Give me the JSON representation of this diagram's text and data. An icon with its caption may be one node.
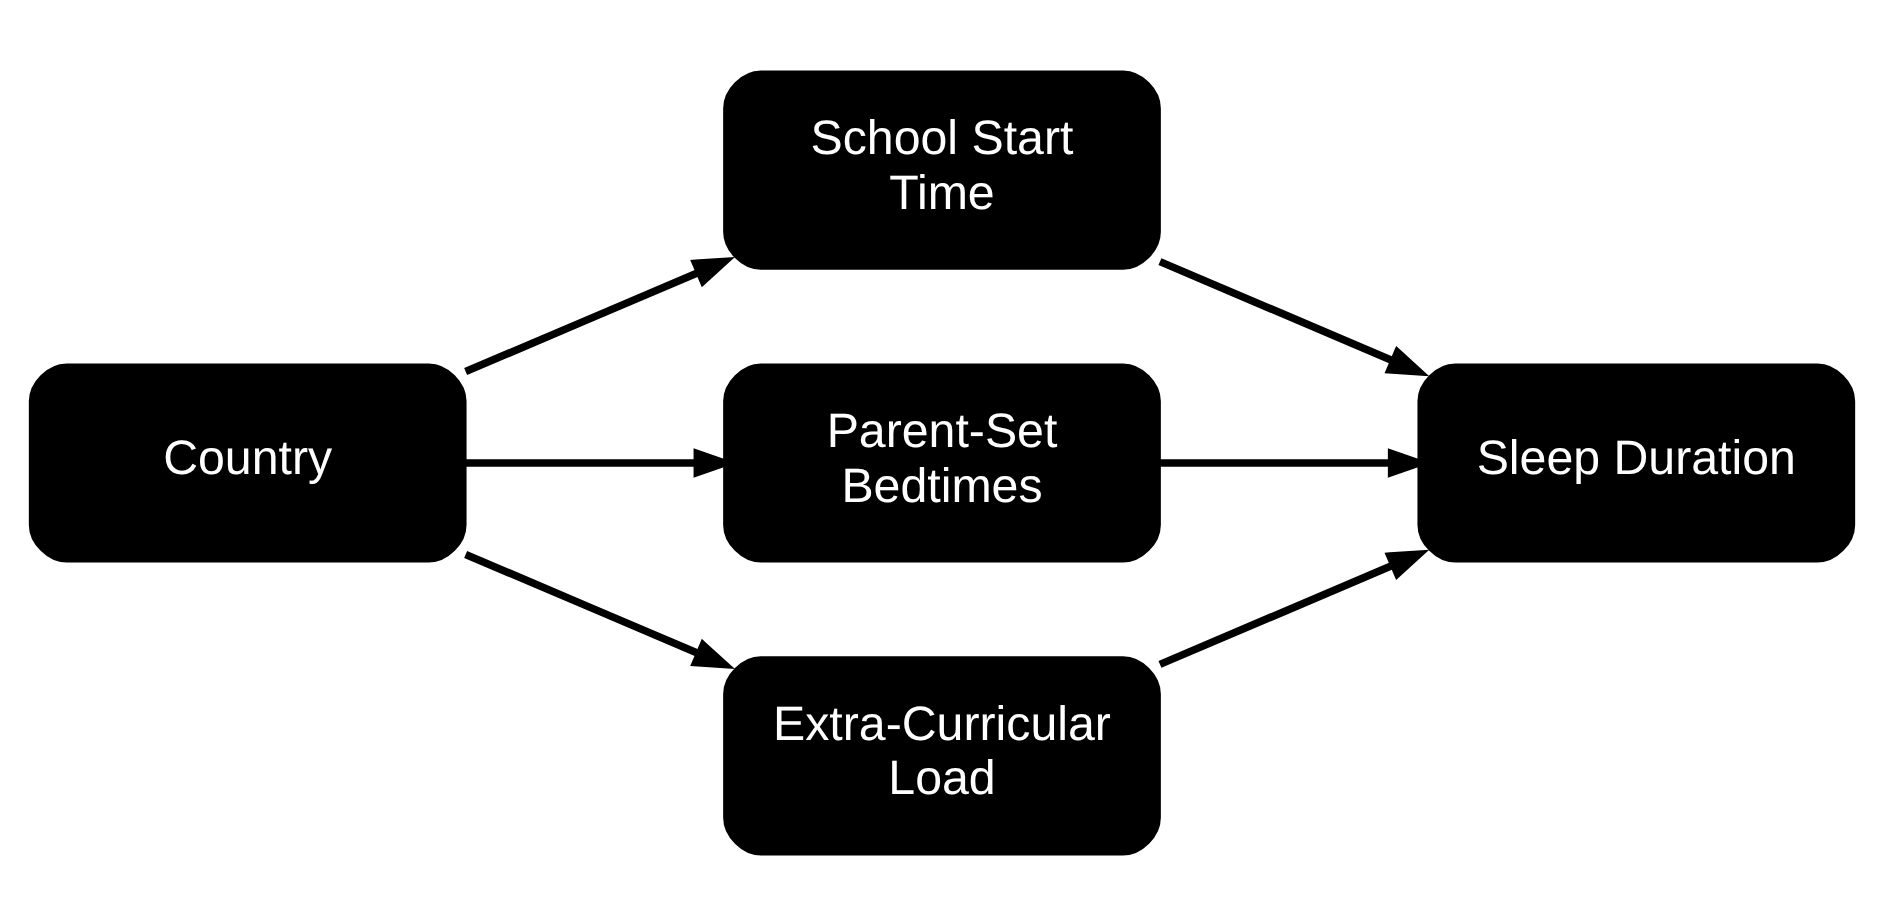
{
  "diagram": {
    "nodes": [
      {
        "text": [
          "Country"
        ]
      },
      {
        "text": [
          "School Start Time"
        ]
      },
      {
        "text": [
          "Parent-Set Bedtimes"
        ]
      },
      {
        "text": [
          "Extra-Curricular Load"
        ]
      },
      {
        "text": [
          "Sleep Duration"
        ]
      }
    ],
    "edges": [
      {
        "from": 0,
        "to": 1,
        "arrow": "to"
      },
      {
        "from": 0,
        "to": 2,
        "arrow": "to"
      },
      {
        "from": 0,
        "to": 3,
        "arrow": "to"
      },
      {
        "from": 1,
        "to": 4,
        "arrow": "to"
      },
      {
        "from": 2,
        "to": 4,
        "arrow": "to"
      },
      {
        "from": 3,
        "to": 4,
        "arrow": "to"
      }
    ]
  }
}
